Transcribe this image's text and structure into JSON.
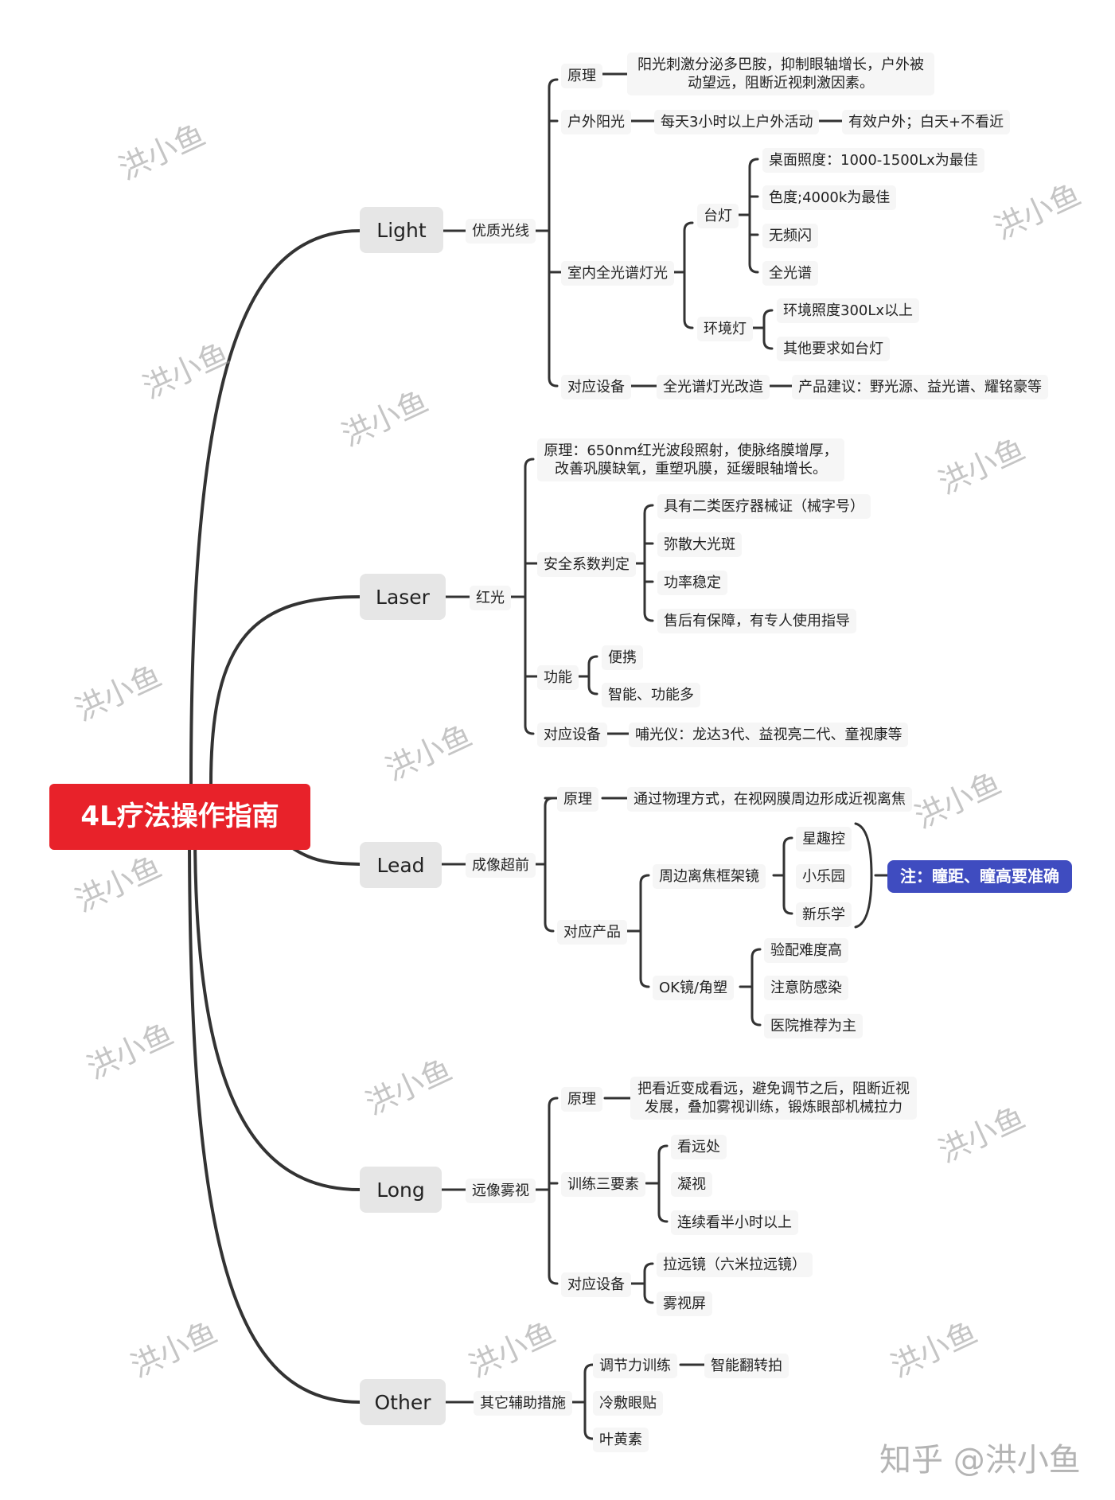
{
  "root": "4L疗法操作指南",
  "light": {
    "label": "Light",
    "branch": "优质光线",
    "yuanli": "原理",
    "yuanli_text": "阳光刺激分泌多巴胺，抑制眼轴增长，户外被动望远，阻断近视刺激因素。",
    "huwai": "户外阳光",
    "huwai_1": "每天3小时以上户外活动",
    "huwai_2": "有效户外；白天+不看近",
    "indoor": "室内全光谱灯光",
    "taideng": "台灯",
    "taideng_items": [
      "桌面照度：1000-1500Lx为最佳",
      "色度;4000k为最佳",
      "无频闪",
      "全光谱"
    ],
    "huanjing": "环境灯",
    "huanjing_items": [
      "环境照度300Lx以上",
      "其他要求如台灯"
    ],
    "device": "对应设备",
    "device_1": "全光谱灯光改造",
    "device_2": "产品建议：野光源、益光谱、耀铭豪等"
  },
  "laser": {
    "label": "Laser",
    "branch": "红光",
    "yuanli_text": "原理：650nm红光波段照射，使脉络膜增厚，改善巩膜缺氧，重塑巩膜，延缓眼轴增长。",
    "safety": "安全系数判定",
    "safety_items": [
      "具有二类医疗器械证（械字号）",
      "弥散大光斑",
      "功率稳定",
      "售后有保障，有专人使用指导"
    ],
    "func": "功能",
    "func_items": [
      "便携",
      "智能、功能多"
    ],
    "device": "对应设备",
    "device_1": "哺光仪：龙达3代、益视亮二代、童视康等"
  },
  "lead": {
    "label": "Lead",
    "branch": "成像超前",
    "yuanli": "原理",
    "yuanli_text": "通过物理方式，在视网膜周边形成近视离焦",
    "products": "对应产品",
    "frame": "周边离焦框架镜",
    "frame_items": [
      "星趣控",
      "小乐园",
      "新乐学"
    ],
    "note": "注：瞳距、瞳高要准确",
    "ok": "OK镜/角塑",
    "ok_items": [
      "验配难度高",
      "注意防感染",
      "医院推荐为主"
    ]
  },
  "long": {
    "label": "Long",
    "branch": "远像雾视",
    "yuanli": "原理",
    "yuanli_text": "把看近变成看远，避免调节之后，阻断近视发展，叠加雾视训练，锻炼眼部机械拉力",
    "train": "训练三要素",
    "train_items": [
      "看远处",
      "凝视",
      "连续看半小时以上"
    ],
    "device": "对应设备",
    "device_items": [
      "拉远镜（六米拉远镜）",
      "雾视屏"
    ]
  },
  "other": {
    "label": "Other",
    "branch": "其它辅助措施",
    "adjust": "调节力训练",
    "adjust_1": "智能翻转拍",
    "items": [
      "冷敷眼贴",
      "叶黄素"
    ]
  },
  "watermark": "洪小鱼",
  "brand": "知乎 @洪小鱼"
}
